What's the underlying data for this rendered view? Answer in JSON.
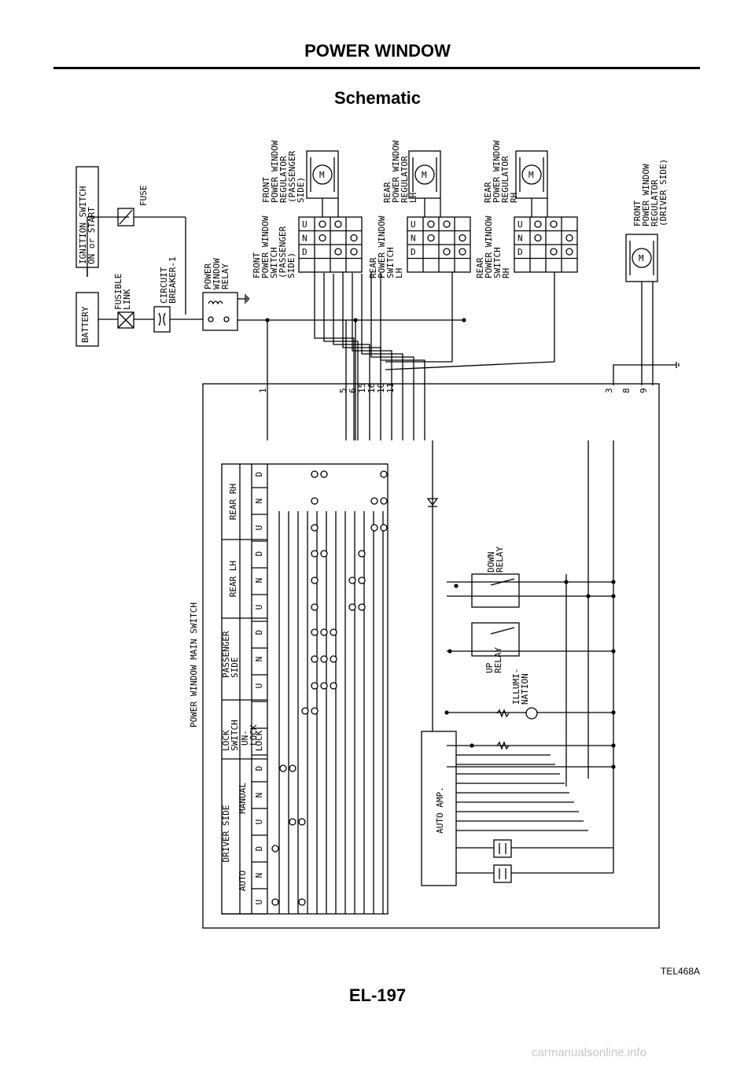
{
  "header": {
    "title": "POWER WINDOW",
    "subtitle": "Schematic"
  },
  "figure_code": "TEL468A",
  "page_number": "EL-197",
  "watermark": "carmanualsonline.info",
  "components": {
    "ignition_switch": [
      "IGNITION SWITCH",
      "ON or START"
    ],
    "battery": "BATTERY",
    "fusible_link": [
      "FUSIBLE",
      "LINK"
    ],
    "fuse": "FUSE",
    "circuit_breaker": [
      "CIRCUIT",
      "BREAKER-1"
    ],
    "relay": [
      "POWER",
      "WINDOW",
      "RELAY"
    ],
    "front_reg_pass": [
      "FRONT",
      "POWER WINDOW",
      "REGULATOR",
      "(PASSENGER",
      "SIDE)"
    ],
    "rear_reg_lh": [
      "REAR",
      "POWER WINDOW",
      "REGULATOR",
      "LH"
    ],
    "rear_reg_rh": [
      "REAR",
      "POWER WINDOW",
      "REGULATOR",
      "RH"
    ],
    "front_reg_drv": [
      "FRONT",
      "POWER WINDOW",
      "REGULATOR",
      "(DRIVER SIDE)"
    ],
    "front_sw_pass": [
      "FRONT",
      "POWER WINDOW",
      "SWITCH",
      "(PASSENGER",
      "SIDE)"
    ],
    "rear_sw_lh": [
      "REAR",
      "POWER WINDOW",
      "SWITCH",
      "LH"
    ],
    "rear_sw_rh": [
      "REAR",
      "POWER WINDOW",
      "SWITCH",
      "RH"
    ],
    "motor": "M",
    "main_switch": "POWER WINDOW MAIN SWITCH",
    "down_relay": [
      "DOWN",
      "RELAY"
    ],
    "up_relay": [
      "UP",
      "RELAY"
    ],
    "illumination": [
      "ILLUMI-",
      "NATION"
    ],
    "auto_amp": "AUTO AMP."
  },
  "switch_uno": [
    "U",
    "N",
    "D"
  ],
  "terminals_top": [
    "1",
    "5",
    "6",
    "15",
    "16",
    "10",
    "11"
  ],
  "terminals_right": [
    "3",
    "8",
    "9"
  ],
  "table": {
    "driver_side": "DRIVER SIDE",
    "auto": "AUTO",
    "manual": "MANUAL",
    "lock_switch": [
      "LOCK",
      "SWITCH"
    ],
    "lock": "LOCK",
    "unlock": [
      "UN-",
      "LOCK"
    ],
    "passenger_side": [
      "PASSENGER",
      "SIDE"
    ],
    "rear_lh": "REAR LH",
    "rear_rh": "REAR RH",
    "positions": [
      "U",
      "N",
      "D"
    ]
  }
}
